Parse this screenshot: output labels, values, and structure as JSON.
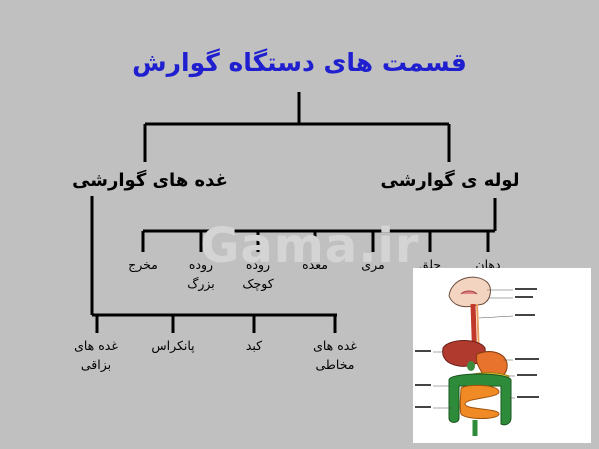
{
  "title": "قسمت های دستگاه گوارش",
  "watermark": "Gama.ir",
  "branch_right": {
    "label": "لوله ی گوارشی",
    "items": [
      "دهان",
      "حلق",
      "مری",
      "معده",
      "روده کوچک",
      "روده بزرگ",
      "مخرج"
    ]
  },
  "branch_left": {
    "label": "غده های گوارشی",
    "items": [
      "غده های مخاطی",
      "کبد",
      "پانکراس",
      "غده های بزاقی"
    ]
  },
  "colors": {
    "background": "#c0c0c0",
    "title": "#1f1fd0",
    "lines": "#000000"
  }
}
